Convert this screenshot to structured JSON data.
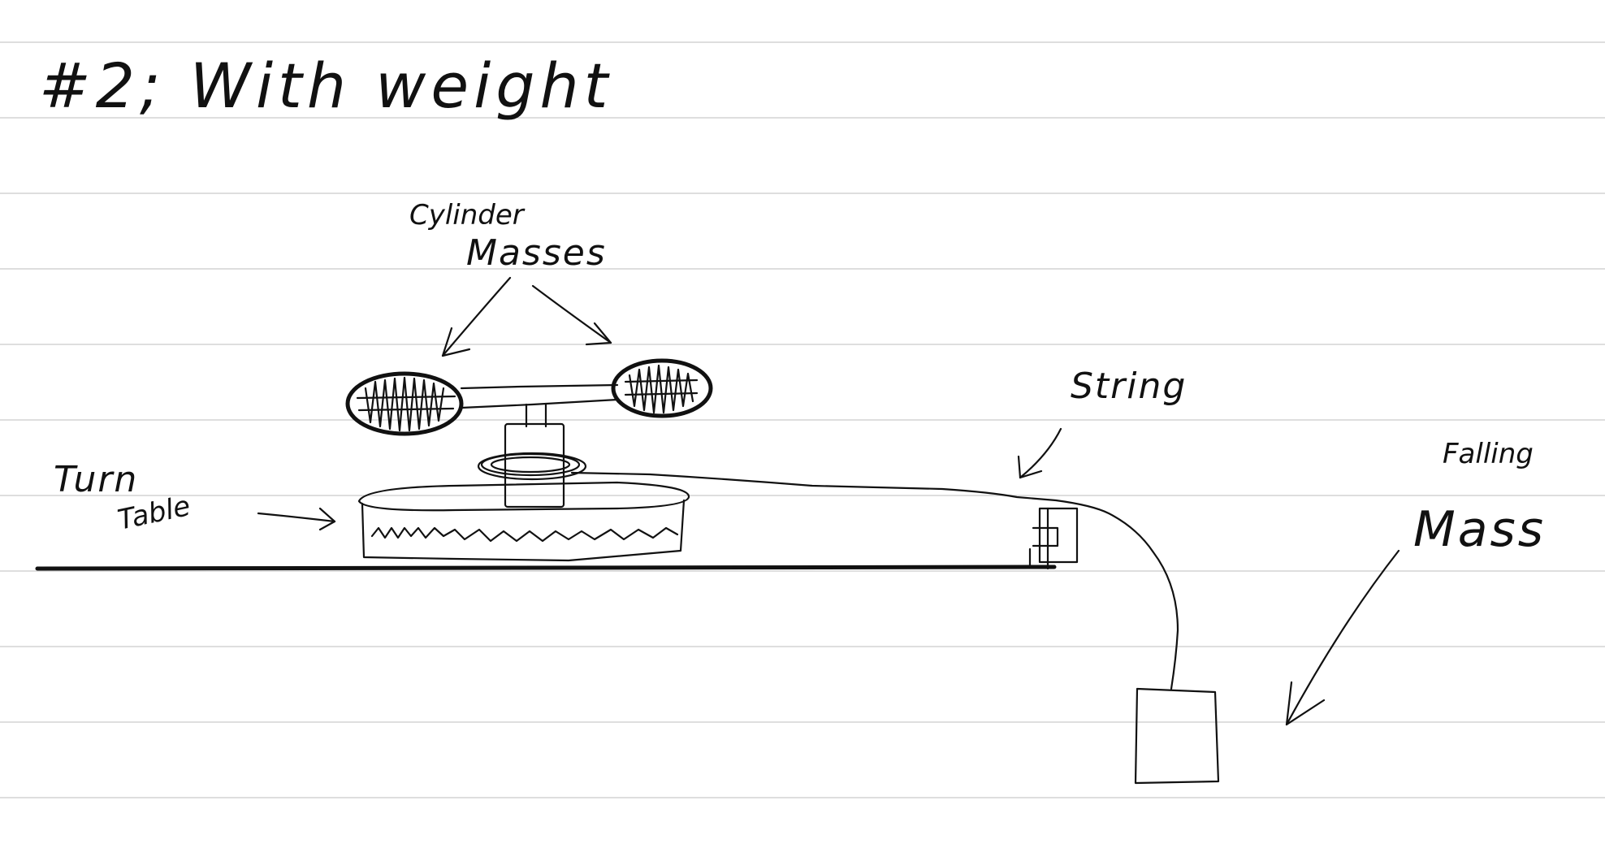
{
  "title": "#2; With weight",
  "labels": {
    "cylinder_line1": "Cylinder",
    "cylinder_line2": "Masses",
    "turn": "Turn",
    "table": "Table",
    "string": "String",
    "falling": "Falling",
    "mass": "Mass"
  },
  "colors": {
    "ink": "#111111",
    "rule_lines": "#d4d4d4",
    "paper": "#ffffff"
  }
}
